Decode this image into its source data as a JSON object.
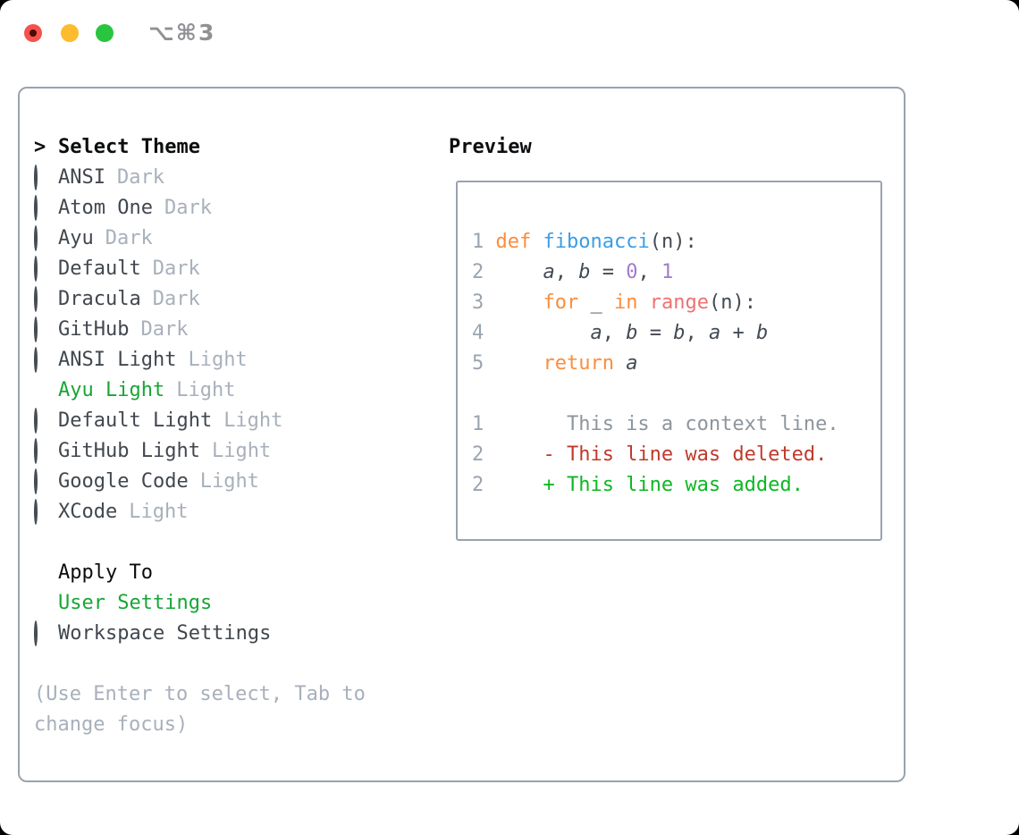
{
  "titlebar": {
    "shortcut": "⌥⌘3"
  },
  "panel": {
    "select_theme": {
      "title_prefix": ">",
      "title": "Select Theme",
      "items": [
        {
          "name": "ANSI",
          "tag": "Dark",
          "selected": false
        },
        {
          "name": "Atom One",
          "tag": "Dark",
          "selected": false
        },
        {
          "name": "Ayu",
          "tag": "Dark",
          "selected": false
        },
        {
          "name": "Default",
          "tag": "Dark",
          "selected": false
        },
        {
          "name": "Dracula",
          "tag": "Dark",
          "selected": false
        },
        {
          "name": "GitHub",
          "tag": "Dark",
          "selected": false
        },
        {
          "name": "ANSI Light",
          "tag": "Light",
          "selected": false
        },
        {
          "name": "Ayu Light",
          "tag": "Light",
          "selected": true
        },
        {
          "name": "Default Light",
          "tag": "Light",
          "selected": false
        },
        {
          "name": "GitHub Light",
          "tag": "Light",
          "selected": false
        },
        {
          "name": "Google Code",
          "tag": "Light",
          "selected": false
        },
        {
          "name": "XCode",
          "tag": "Light",
          "selected": false
        }
      ]
    },
    "apply_to": {
      "title": "Apply To",
      "options": [
        {
          "name": "User Settings",
          "selected": true
        },
        {
          "name": "Workspace Settings",
          "selected": false
        }
      ]
    },
    "hint_lines": [
      "(Use Enter to select, Tab to",
      "change focus)"
    ]
  },
  "preview": {
    "title": "Preview",
    "code_lines": [
      {
        "num": "1",
        "tokens": [
          {
            "t": "def",
            "c": "kw"
          },
          {
            "t": " ",
            "c": "fg"
          },
          {
            "t": "fibonacci",
            "c": "fn"
          },
          {
            "t": "(n):",
            "c": "fg"
          }
        ]
      },
      {
        "num": "2",
        "tokens": [
          {
            "t": "    ",
            "c": "fg"
          },
          {
            "t": "a",
            "c": "var"
          },
          {
            "t": ", ",
            "c": "fg"
          },
          {
            "t": "b",
            "c": "var"
          },
          {
            "t": " = ",
            "c": "fg"
          },
          {
            "t": "0",
            "c": "num"
          },
          {
            "t": ", ",
            "c": "fg"
          },
          {
            "t": "1",
            "c": "num"
          }
        ]
      },
      {
        "num": "3",
        "tokens": [
          {
            "t": "    ",
            "c": "fg"
          },
          {
            "t": "for",
            "c": "kw"
          },
          {
            "t": " _ ",
            "c": "fg"
          },
          {
            "t": "in",
            "c": "kw"
          },
          {
            "t": " ",
            "c": "fg"
          },
          {
            "t": "range",
            "c": "call"
          },
          {
            "t": "(n):",
            "c": "fg"
          }
        ]
      },
      {
        "num": "4",
        "tokens": [
          {
            "t": "        ",
            "c": "fg"
          },
          {
            "t": "a",
            "c": "var"
          },
          {
            "t": ", ",
            "c": "fg"
          },
          {
            "t": "b",
            "c": "var"
          },
          {
            "t": " = ",
            "c": "fg"
          },
          {
            "t": "b",
            "c": "var"
          },
          {
            "t": ", ",
            "c": "fg"
          },
          {
            "t": "a",
            "c": "var"
          },
          {
            "t": " + ",
            "c": "fg"
          },
          {
            "t": "b",
            "c": "var"
          }
        ]
      },
      {
        "num": "5",
        "tokens": [
          {
            "t": "    ",
            "c": "fg"
          },
          {
            "t": "return",
            "c": "kw"
          },
          {
            "t": " ",
            "c": "fg"
          },
          {
            "t": "a",
            "c": "var"
          }
        ]
      },
      {
        "num": "",
        "tokens": []
      },
      {
        "num": "1",
        "tokens": [
          {
            "t": "      This is a context line.",
            "c": "ctx"
          }
        ]
      },
      {
        "num": "2",
        "tokens": [
          {
            "t": "    - This line was deleted.",
            "c": "del"
          }
        ]
      },
      {
        "num": "2",
        "tokens": [
          {
            "t": "    + This line was added.",
            "c": "add"
          }
        ]
      }
    ]
  },
  "colors": {
    "selection_green": "#17a635",
    "keyword_orange": "#fa8d3e",
    "function_blue": "#399ee6",
    "call_coral": "#f07171",
    "number_purple": "#a37acc",
    "deleted_red": "#c03a2b",
    "added_green": "#0db724",
    "muted_gray": "#a8b0bb",
    "border_gray": "#99a3ae",
    "traffic_red": "#f4534c",
    "traffic_yellow": "#fdbc2e",
    "traffic_green": "#29c53e"
  }
}
